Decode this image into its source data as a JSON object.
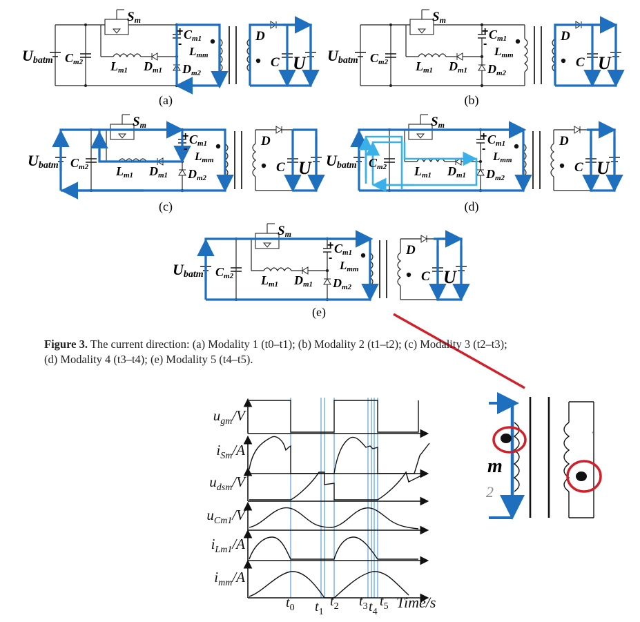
{
  "panels": [
    {
      "tag": "(a)",
      "label_a": "a"
    },
    {
      "tag": "(b)",
      "label_a": "b"
    },
    {
      "tag": "(c)",
      "label_a": "c"
    },
    {
      "tag": "(d)",
      "label_a": "d"
    },
    {
      "tag": "(e)",
      "label_a": "e"
    }
  ],
  "circuit": {
    "sm": "S",
    "sm_sub": "m",
    "cm1": "C",
    "cm1_sub": "m1",
    "lmm": "L",
    "lmm_sub": "mm",
    "lm1": "L",
    "lm1_sub": "m1",
    "dm1": "D",
    "dm1_sub": "m1",
    "dm2": "D",
    "dm2_sub": "m2",
    "cm2": "C",
    "cm2_sub": "m2",
    "ubat": "U",
    "ubat_sub": "batm",
    "d": "D",
    "c": "C",
    "u": "U",
    "plus": "+",
    "minus": "-"
  },
  "caption": {
    "figure": "Figure 3.",
    "text_1": "The current direction: (",
    "a": "a",
    "t1": ") Modality 1 (t",
    "line": "The current direction: (a) Modality 1 (t0–t1); (b) Modality 2 (t1–t2); (c) Modality 3 (t2–t3);",
    "line2": "(d) Modality 4 (t3–t4); (e) Modality 5 (t4–t5)."
  },
  "waveforms": {
    "labels": [
      {
        "main": "u",
        "sub": "gm",
        "unit": "/V"
      },
      {
        "main": "i",
        "sub": "Sm",
        "unit": "/A"
      },
      {
        "main": "u",
        "sub": "dsm",
        "unit": "/V"
      },
      {
        "main": "u",
        "sub": "Cm1",
        "unit": "/V"
      },
      {
        "main": "i",
        "sub": "Lm1",
        "unit": "/A"
      },
      {
        "main": "i",
        "sub": "mm",
        "unit": "/A"
      }
    ],
    "time_marks": [
      {
        "t": "t",
        "sub": "0"
      },
      {
        "t": "t",
        "sub": "1"
      },
      {
        "t": "t",
        "sub": "2"
      },
      {
        "t": "t",
        "sub": "3"
      },
      {
        "t": "t",
        "sub": "4"
      },
      {
        "t": "t",
        "sub": "5"
      }
    ],
    "x_label": "Time/s"
  },
  "inset": {
    "text_m": "m",
    "text_2": "2"
  },
  "colors": {
    "current": "#1f6fbf",
    "current_light": "#3ab0e8",
    "wire": "#222222",
    "highlight": "#d0202a",
    "marker": "#3a8fd8"
  }
}
